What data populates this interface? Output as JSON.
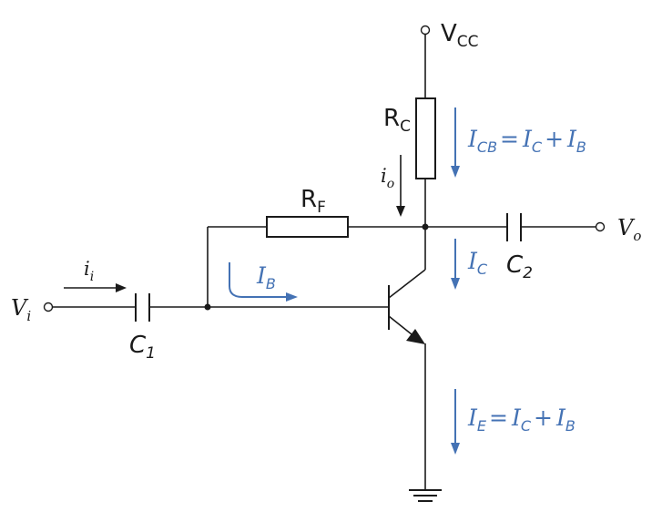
{
  "labels": {
    "vcc_main": "V",
    "vcc_sub": "CC",
    "rc_main": "R",
    "rc_sub": "C",
    "rf_main": "R",
    "rf_sub": "F",
    "io_main": "i",
    "io_sub": "o",
    "ii_main": "i",
    "ii_sub": "i",
    "vi_main": "V",
    "vi_sub": "i",
    "vo_main": "V",
    "vo_sub": "o",
    "c1_main": "C",
    "c1_sub": "1",
    "c2_main": "C",
    "c2_sub": "2"
  },
  "currents": {
    "icb": {
      "l_main": "I",
      "l_sub": "CB",
      "eq": "=",
      "r1_main": "I",
      "r1_sub": "C",
      "plus": "+",
      "r2_main": "I",
      "r2_sub": "B"
    },
    "ic": {
      "main": "I",
      "sub": "C"
    },
    "ib": {
      "main": "I",
      "sub": "B"
    },
    "ie": {
      "l_main": "I",
      "l_sub": "E",
      "eq": "=",
      "r1_main": "I",
      "r1_sub": "C",
      "plus": "+",
      "r2_main": "I",
      "r2_sub": "B"
    }
  },
  "colors": {
    "wire": "#1a1a1a",
    "current_arrow": "#4472b4"
  }
}
